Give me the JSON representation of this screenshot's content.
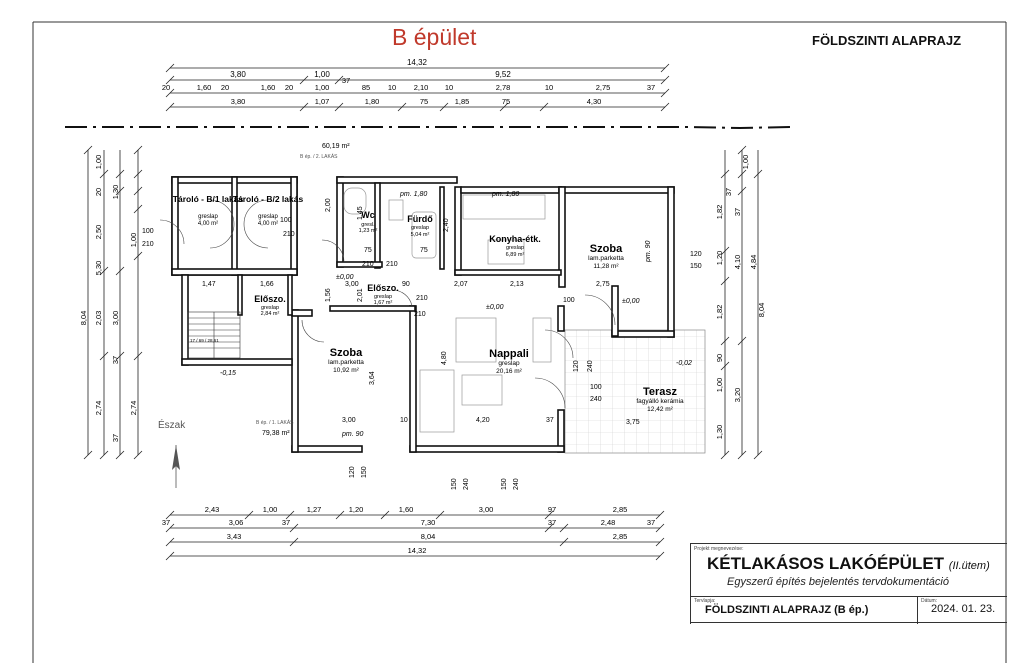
{
  "page": {
    "title": "B épület",
    "header": "FÖLDSZINTI ALAPRAJZ"
  },
  "rooms": [
    {
      "id": "taro1",
      "name": "Tároló - B/1 lakás",
      "floor": "greslap",
      "area": "4,00 m²"
    },
    {
      "id": "taro2",
      "name": "Tároló - B/2 lakás",
      "floor": "greslap",
      "area": "4,00 m²"
    },
    {
      "id": "wc",
      "name": "Wc",
      "floor": "gresl.",
      "area": "1,23 m²"
    },
    {
      "id": "furdo",
      "name": "Fürdő",
      "floor": "greslap",
      "area": "5,04 m²"
    },
    {
      "id": "konyha",
      "name": "Konyha-étk.",
      "floor": "greslap",
      "area": "6,89 m²"
    },
    {
      "id": "szoba_r",
      "name": "Szoba",
      "floor": "lam.parketta",
      "area": "11,28 m²"
    },
    {
      "id": "elosz_w",
      "name": "Előszo.",
      "floor": "greslap",
      "area": "2,84 m²"
    },
    {
      "id": "elosz_c",
      "name": "Előszo.",
      "floor": "greslap",
      "area": "1,67 m²"
    },
    {
      "id": "szoba_l",
      "name": "Szoba",
      "floor": "lam.parketta",
      "area": "10,92 m²"
    },
    {
      "id": "nappali",
      "name": "Nappali",
      "floor": "greslap",
      "area": "20,16 m²"
    },
    {
      "id": "terasz",
      "name": "Terasz",
      "floor": "fagyálló kerámia",
      "area": "12,42 m²"
    }
  ],
  "annotations": {
    "north": "Észak",
    "area_top": "60,19 m²",
    "area_top_label": "B ép. / 2. LAKÁS",
    "area_bottom": "79,38 m²",
    "area_bottom_label": "B ép. / 1. LAKÁS",
    "level_0a": "±0,00",
    "level_0b": "±0,00",
    "level_0c": "±0,00",
    "level_n015": "-0,15",
    "level_n002": "-0,02",
    "stair_label": "17 / 69 / 28,61",
    "pm_a": "pm. 1,80",
    "pm_b": "pm. 1,80",
    "pm_c": "pm. 90",
    "pm_d": "pm. 90"
  },
  "dimensions": {
    "top_total": "14,32",
    "top_row1": [
      "3,80",
      "1,00",
      "9,52"
    ],
    "top_row2": [
      "20",
      "1,60",
      "20",
      "1,60",
      "20",
      "1,00",
      "37",
      "85",
      "10",
      "2,10",
      "10",
      "2,78",
      "10",
      "2,75",
      "37"
    ],
    "top_row3": [
      "3,80",
      "1,07",
      "1,80",
      "75",
      "1,85",
      "75",
      "4,30"
    ],
    "bottom_row1": [
      "2,43",
      "1,00",
      "1,27",
      "1,20",
      "1,60",
      "3,00",
      "97",
      "2,85"
    ],
    "bottom_row2": [
      "37",
      "3,06",
      "37",
      "7,30",
      "37",
      "2,48",
      "37"
    ],
    "bottom_row3": [
      "3,43",
      "8,04",
      "2,85"
    ],
    "bottom_total": "14,32",
    "left_total": "8,04",
    "left_a": [
      "1,00",
      "20",
      "1,30",
      "2,50",
      "1,00",
      "5,30",
      "2,03",
      "3,00",
      "37",
      "2,74",
      "37",
      "2,74"
    ],
    "right_a": [
      "1,00",
      "37",
      "1,82",
      "37",
      "4,10",
      "4,84",
      "1,20",
      "1,82",
      "8,04",
      "90",
      "1,00",
      "3,20",
      "1,30"
    ],
    "inner": [
      "100",
      "210",
      "100",
      "210",
      "75",
      "210",
      "75",
      "210",
      "100",
      "210",
      "2,00",
      "1,45",
      "2,40",
      "3,00",
      "2,07",
      "2,13",
      "2,75",
      "1,47",
      "1,66",
      "1,56",
      "2,01",
      "10",
      "37",
      "3,64",
      "4,80",
      "3,00",
      "4,20",
      "3,75",
      "120",
      "240",
      "100",
      "240",
      "120",
      "150",
      "150",
      "240",
      "150",
      "240",
      "120",
      "150",
      "90",
      "210"
    ]
  },
  "titleblock": {
    "proj_label": "Projekt megnevezése:",
    "project": "KÉTLAKÁSOS LAKÓÉPÜLET",
    "project_suffix": "(II.ütem)",
    "subtitle": "Egyszerű építés bejelentés tervdokumentáció",
    "drawing_label": "Tervlapja:",
    "drawing": "FÖLDSZINTI ALAPRAJZ (B ép.)",
    "date_label": "Dátum:",
    "date": "2024. 01. 23."
  }
}
